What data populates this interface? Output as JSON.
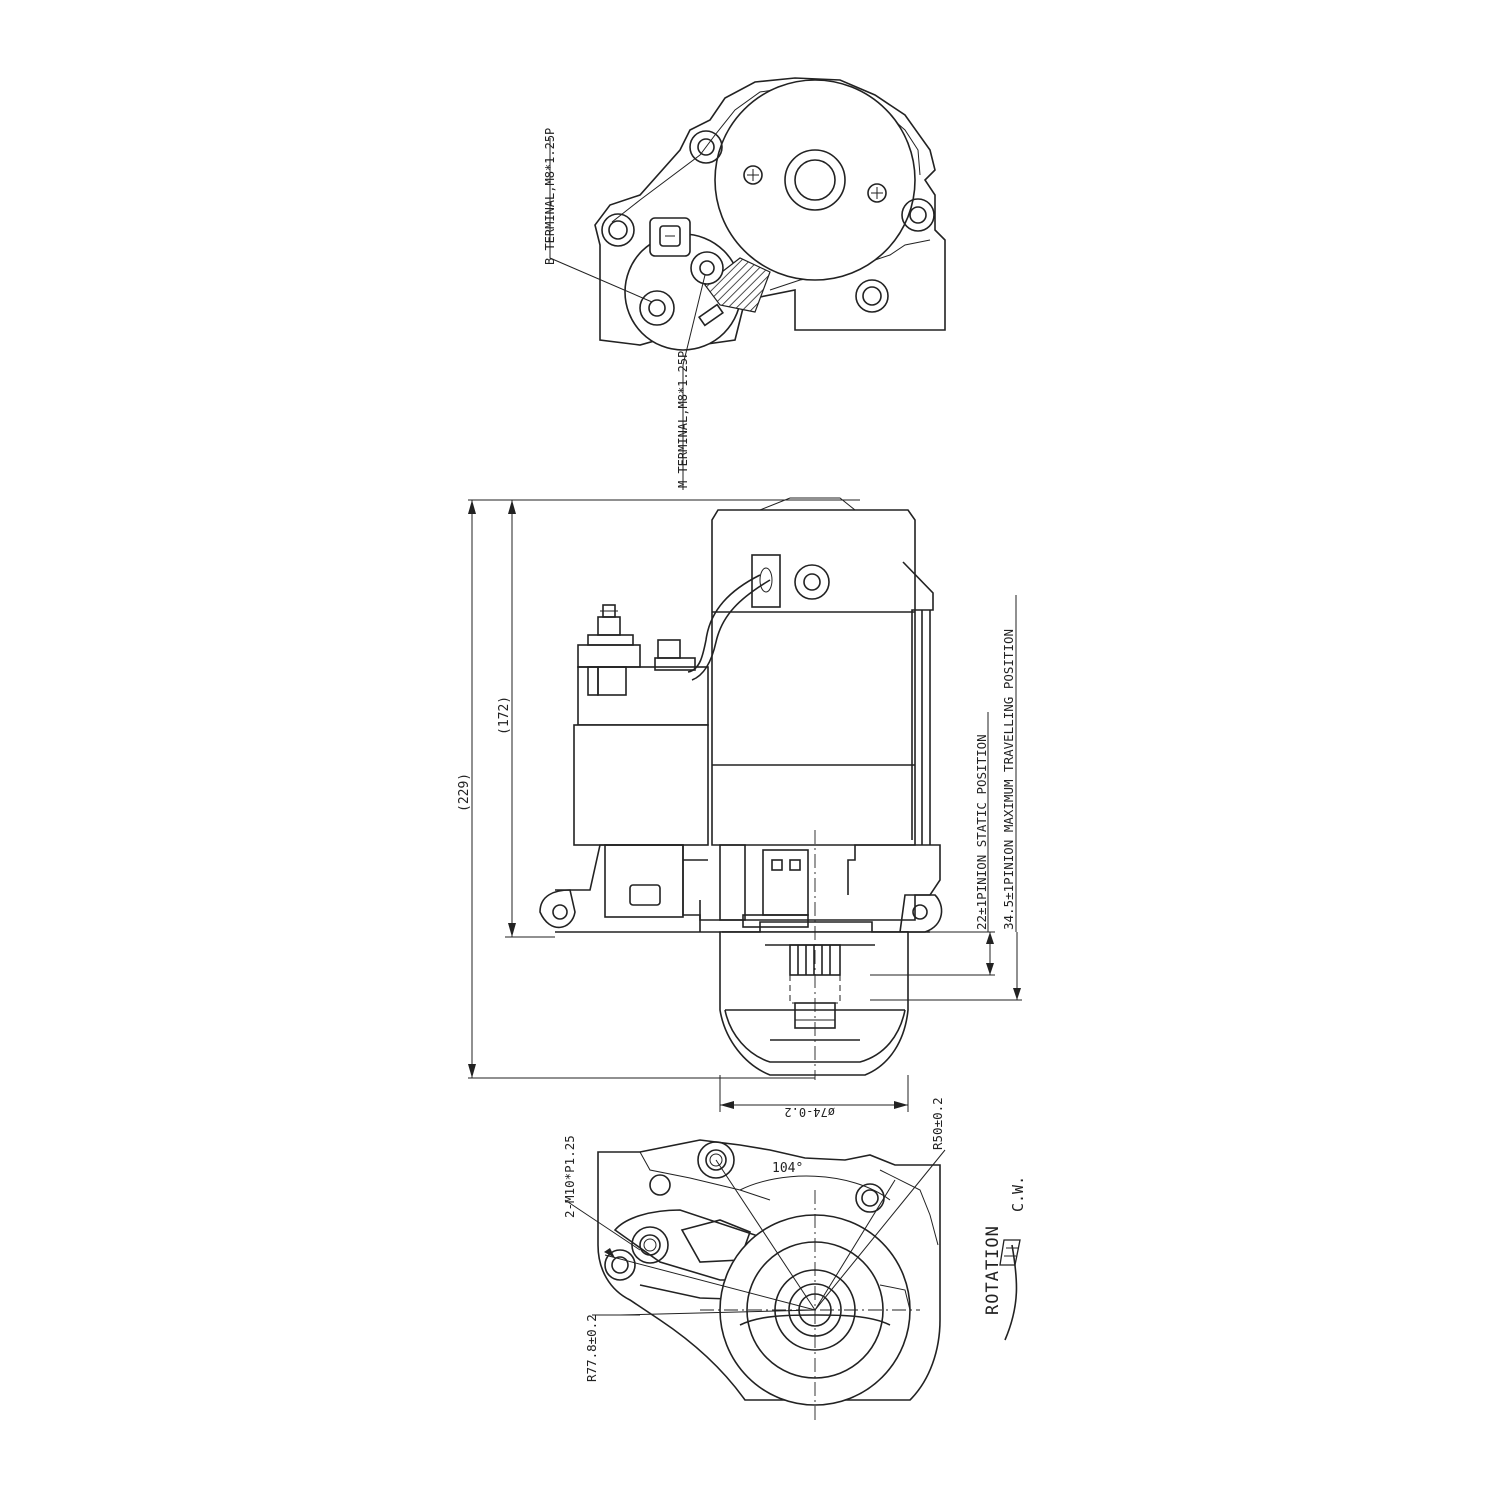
{
  "drawing": {
    "top_view": {
      "b_terminal_label": "B TERMINAL,M8*1.25P",
      "m_terminal_label": "M TERMINAL,M8*1.25P"
    },
    "side_view": {
      "overall_length_label": "(229)",
      "body_length_label": "(172)",
      "pinion_static_label": "22±1PINION STATIC POSITION",
      "pinion_travel_label": "34.5±1PINION MAXIMUM TRAVELLING POSITION",
      "diameter_label": "ø74-0.2"
    },
    "end_view": {
      "bolt_label": "2-M10*P1.25",
      "angle_label": "104°",
      "radius_small_label": "R50±0.2",
      "radius_large_label": "R77.8±0.2",
      "rotation_label": "ROTATION",
      "rotation_dir_label": "C.W."
    }
  }
}
